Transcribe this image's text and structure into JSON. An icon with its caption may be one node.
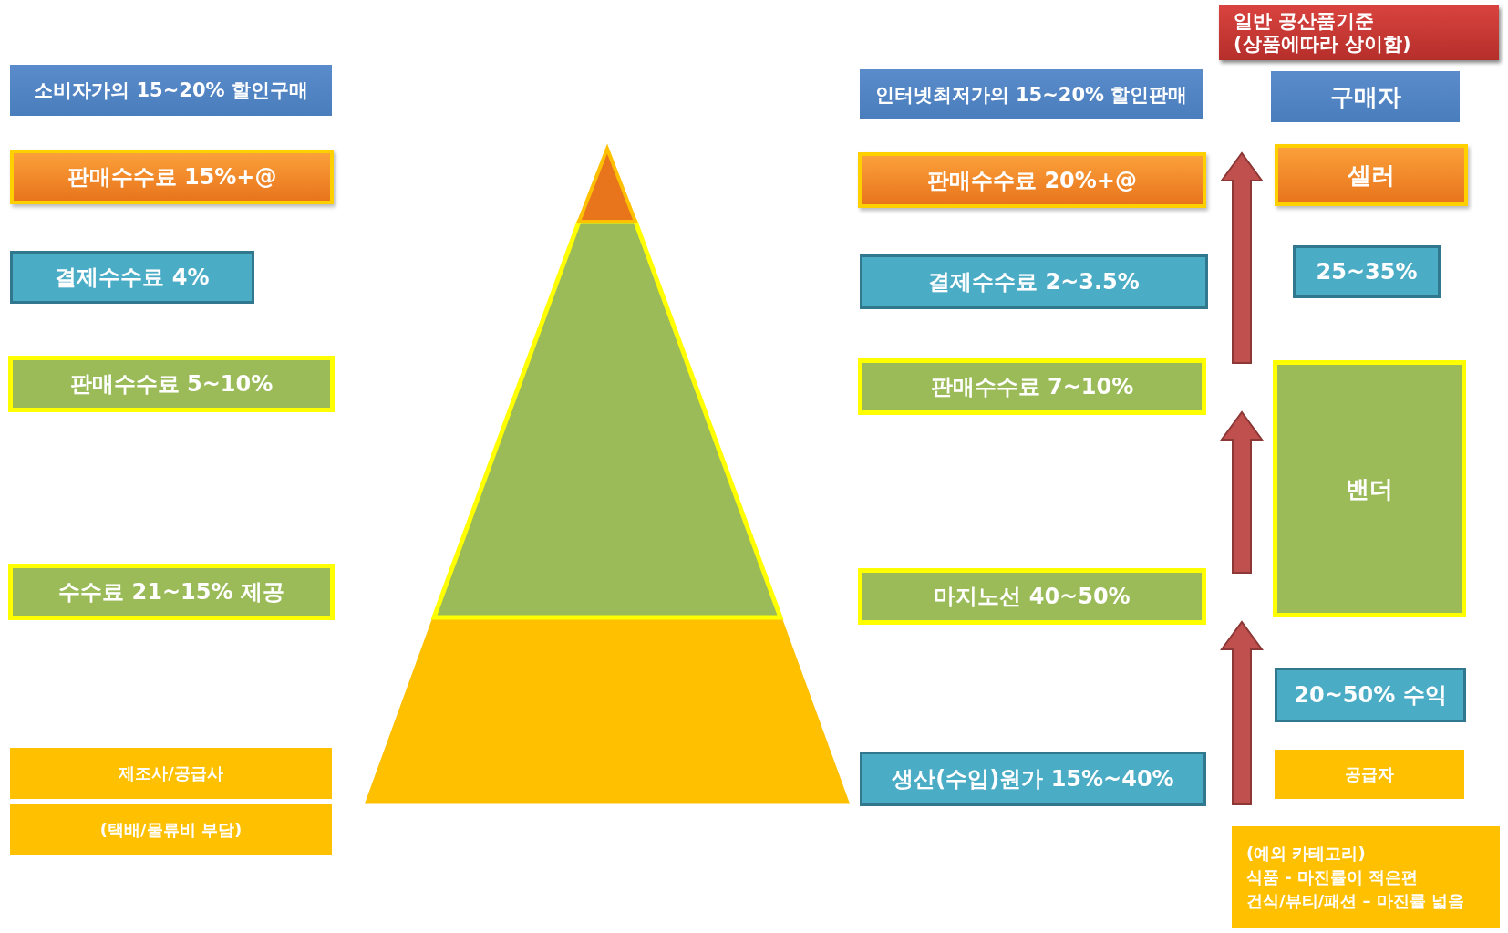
{
  "diagram": {
    "nodes": [
      {
        "text": [
          "일반 공산품기준",
          "(상품에따라 상이함)"
        ]
      },
      {
        "text": [
          "소비자가의 15~20% 할인구매"
        ]
      },
      {
        "text": [
          "판매수수료 15%+@"
        ]
      },
      {
        "text": [
          "결제수수료 4%"
        ]
      },
      {
        "text": [
          "판매수수료 5~10%"
        ]
      },
      {
        "text": [
          "수수료 21~15% 제공"
        ]
      },
      {
        "text": [
          "제조사/공급사"
        ]
      },
      {
        "text": [
          "(택배/물류비 부담)"
        ]
      },
      {
        "text": [
          "인터넷최저가의 15~20% 할인판매"
        ]
      },
      {
        "text": [
          "판매수수료 20%+@"
        ]
      },
      {
        "text": [
          "결제수수료 2~3.5%"
        ]
      },
      {
        "text": [
          "판매수수료 7~10%"
        ]
      },
      {
        "text": [
          "마지노선 40~50%"
        ]
      },
      {
        "text": [
          "생산(수입)원가 15%~40%"
        ]
      },
      {
        "text": [
          "구매자"
        ]
      },
      {
        "text": [
          "셀러"
        ]
      },
      {
        "text": [
          "25~35%"
        ]
      },
      {
        "text": [
          "밴더"
        ]
      },
      {
        "text": [
          "20~50% 수익"
        ]
      },
      {
        "text": [
          "공급자"
        ]
      },
      {
        "text": [
          "(예외 카테고리)",
          "식품 - 마진률이 적은편",
          "건식/뷰티/패션 – 마진률 넓음"
        ]
      }
    ],
    "edges": [
      {
        "from": 13,
        "to": 12,
        "arrow": "to"
      },
      {
        "from": 12,
        "to": 11,
        "arrow": "to"
      },
      {
        "from": 11,
        "to": 9,
        "arrow": "to"
      }
    ]
  }
}
